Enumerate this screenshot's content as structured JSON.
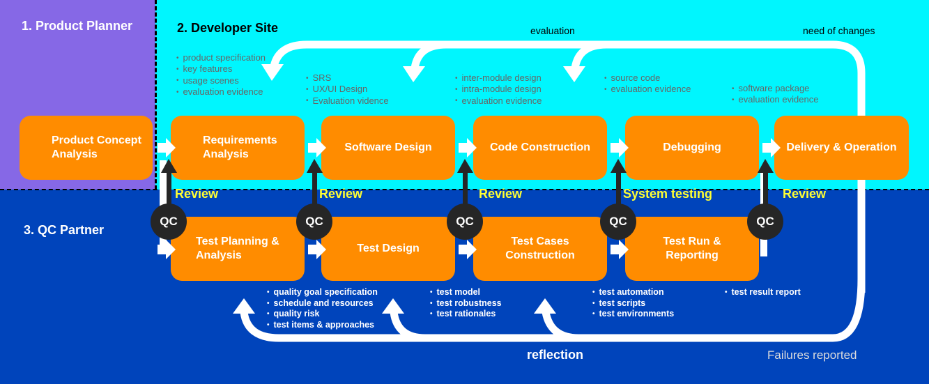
{
  "zones": {
    "planner": {
      "title": "1. Product  Planner",
      "color": "#8668e6"
    },
    "developer": {
      "title": "2. Developer Site",
      "color": "#00f6fe"
    },
    "qc": {
      "title": "3. QC Partner",
      "color": "#0044bb"
    }
  },
  "colors": {
    "box": "#ff8c00",
    "qc_badge": "#262626",
    "highlight": "#ffff33"
  },
  "dev_flow": [
    {
      "label": "Product Concept Analysis"
    },
    {
      "label": "Requirements Analysis"
    },
    {
      "label": "Software Design"
    },
    {
      "label": "Code Construction"
    },
    {
      "label": "Debugging"
    },
    {
      "label": "Delivery & Operation"
    }
  ],
  "qc_flow": [
    {
      "label": "Test Planning & Analysis"
    },
    {
      "label": "Test Design"
    },
    {
      "label": "Test Cases Construction"
    },
    {
      "label": "Test Run & Reporting"
    }
  ],
  "dev_notes": [
    [
      "product specification",
      "key features",
      "usage scenes",
      "evaluation evidence"
    ],
    [
      "SRS",
      "UX/UI Design",
      "Evaluation vidence"
    ],
    [
      "inter-module design",
      "intra-module design",
      "evaluation evidence"
    ],
    [
      "source code",
      "evaluation evidence"
    ],
    [
      "software package",
      "evaluation evidence"
    ]
  ],
  "qc_notes": [
    [
      "quality goal specification",
      "schedule and resources",
      "quality risk",
      "test items & approaches"
    ],
    [
      "test model",
      "test robustness",
      "test rationales"
    ],
    [
      "test automation",
      "test scripts",
      "test environments"
    ],
    [
      "test result report"
    ]
  ],
  "gates": [
    {
      "badge": "QC",
      "label": "Review"
    },
    {
      "badge": "QC",
      "label": "Review"
    },
    {
      "badge": "QC",
      "label": "Review"
    },
    {
      "badge": "QC",
      "label": "System testing"
    },
    {
      "badge": "QC",
      "label": "Review"
    }
  ],
  "loops": {
    "evaluation": "evaluation",
    "need_of_changes": "need of changes",
    "reflection": "reflection",
    "failures": "Failures reported"
  }
}
